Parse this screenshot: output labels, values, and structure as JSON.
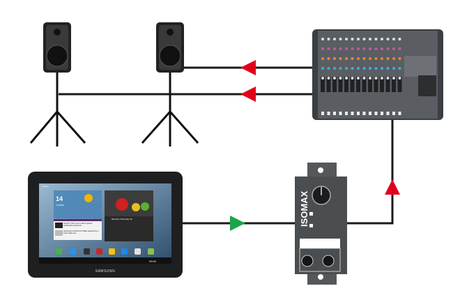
{
  "tablet": {
    "brand": "SAMSUNG",
    "search": "Google",
    "weather_temp": "14",
    "weather_city": "London",
    "news_1": "GALAXY Tab 2 (10.1) offers optimal multimedia experience",
    "news_2": "Samsung's Android 4.0 Tablet powered by a 1GHz dual-core",
    "music_title": "Moments of Everyday Life",
    "clock": "09:00"
  },
  "isolator": {
    "label": "ISOMAX"
  },
  "colors": {
    "signal_arrow": "#e3001b",
    "source_arrow": "#1aa54a",
    "cable": "#1a1a1a"
  }
}
